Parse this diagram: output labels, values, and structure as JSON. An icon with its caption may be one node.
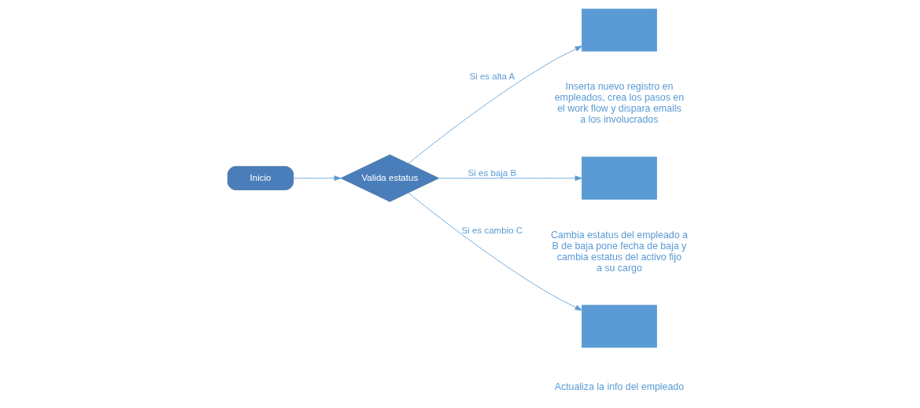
{
  "diagram": {
    "nodes": [
      {
        "text": [
          "Inicio"
        ]
      },
      {
        "text": [
          "Valida estatus"
        ]
      },
      {
        "text": [],
        "shape": "box",
        "beside": [
          "Inserta nuevo registro en empleados, crea los pasos en el work flow y dispara emails a los involucrados"
        ]
      },
      {
        "text": [],
        "shape": "box",
        "beside": [
          "Cambia estatus del empleado a B de baja pone fecha de baja y cambia estatus del activo fijo a su cargo"
        ]
      },
      {
        "text": [],
        "shape": "box",
        "beside": [
          "Actualiza la info del empleado"
        ]
      }
    ],
    "edges": [
      {
        "from": 0,
        "to": 1,
        "arrow": "to"
      },
      {
        "from": 1,
        "to": 2,
        "arrow": "to",
        "label": "Si es alta A"
      },
      {
        "from": 1,
        "to": 3,
        "arrow": "to",
        "label": "Si es baja B"
      },
      {
        "from": 1,
        "to": 4,
        "arrow": "to",
        "label": "Si es cambio C"
      }
    ]
  }
}
